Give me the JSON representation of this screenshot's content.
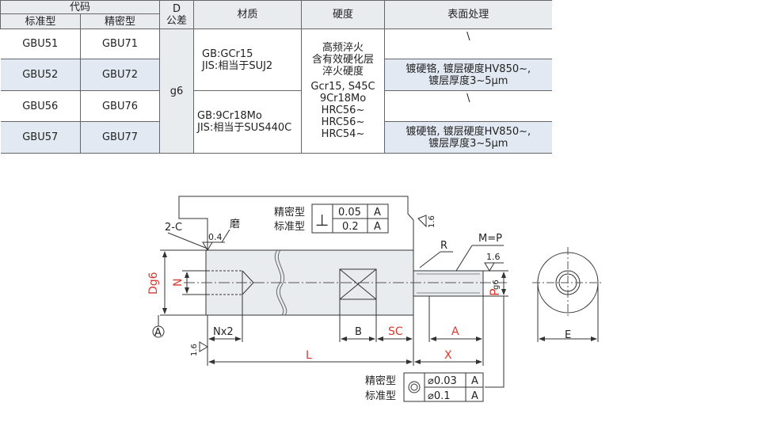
{
  "table": {
    "header": {
      "code": "代码",
      "standard": "标准型",
      "precision": "精密型",
      "d_label": "D",
      "tolerance": "公差",
      "material": "材质",
      "hardness": "硬度",
      "surface": "表面处理"
    },
    "rows": [
      {
        "standard": "GBU51",
        "precision": "GBU71"
      },
      {
        "standard": "GBU52",
        "precision": "GBU72"
      },
      {
        "standard": "GBU56",
        "precision": "GBU76"
      },
      {
        "standard": "GBU57",
        "precision": "GBU77"
      }
    ],
    "tolerance_value": "g6",
    "materials": [
      "GB:GCr15\nJIS:相当于SUJ2",
      "GB:9Cr18Mo\nJIS:相当于SUS440C"
    ],
    "hardness_lines": {
      "a": "高频淬火",
      "b": "含有效硬化层",
      "c": "淬火硬度",
      "d": "Gcr15, S45C",
      "e": "9Cr18Mo",
      "f": "HRC56~",
      "g": "HRC56~",
      "h": "HRC54~"
    },
    "surfaces": {
      "row1": "\\",
      "row2": "镀硬铬, 镀层硬度HV850~,\n镀层厚度3~5μm",
      "row3": "\\",
      "row4": "镀硬铬, 镀层硬度HV850~,\n镀层厚度3~5μm"
    }
  },
  "drawing": {
    "tol_top": {
      "precision_label": "精密型",
      "standard_label": "标准型",
      "symbol": "⊥",
      "precision_value": "0.05",
      "standard_value": "0.2",
      "datum": "A"
    },
    "tol_bottom": {
      "precision_label": "精密型",
      "standard_label": "标准型",
      "precision_value": "⌀0.03",
      "standard_value": "⌀0.1",
      "datum": "A"
    },
    "labels": {
      "chamfer": "2-C",
      "grind": "磨",
      "grind_roughness": "0.4",
      "roughness_right": "1.6",
      "roughness_thread": "1.6",
      "roughness_left": "1.6",
      "radius": "R",
      "m_eq_p": "M=P",
      "dg6": "Dg6",
      "n": "N",
      "p": "P",
      "g6": "g6",
      "nx2": "Nx2",
      "b": "B",
      "sc": "SC",
      "a": "A",
      "l": "L",
      "x": "X",
      "e": "E",
      "datum_a": "A"
    },
    "colors": {
      "red": "#d9382d",
      "line": "#333333",
      "body_fill": "#e9ecef"
    }
  }
}
